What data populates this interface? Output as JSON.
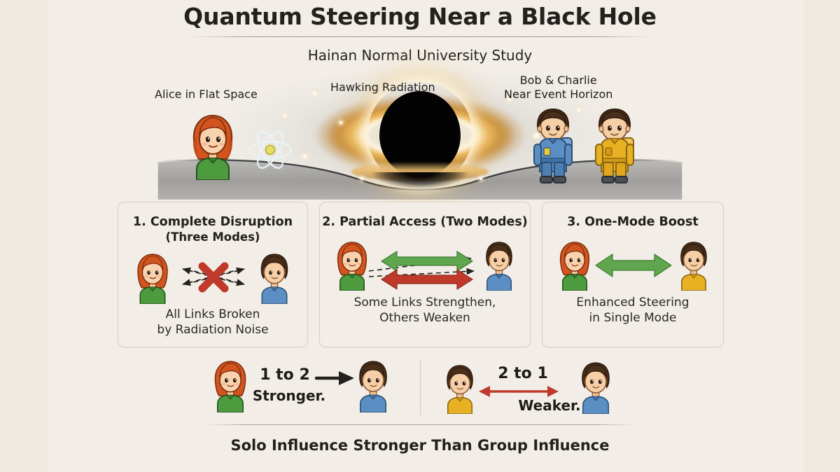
{
  "header": {
    "title": "Quantum Steering Near a Black Hole",
    "subtitle": "Hainan Normal University Study"
  },
  "hero": {
    "alice_label_line1": "Alice in Flat Space",
    "hawking_label": "Hawking Radiation",
    "bob_charlie_line1": "Bob & Charlie",
    "bob_charlie_line2": "Near Event Horizon",
    "alice_icon": "atom-icon",
    "blackhole_icon": "black-hole-icon",
    "colors": {
      "accretion_disk": "#e5b75c",
      "event_horizon": "#030303",
      "nebula_glow": "#fff4e1"
    }
  },
  "panels": [
    {
      "title": "1. Complete Disruption",
      "subtitle": "(Three Modes)",
      "caption_line1": "All Links Broken",
      "caption_line2": "by Radiation Noise",
      "marker": "red-x-icon",
      "left_figure": "alice-figure",
      "right_figure": "bob-figure",
      "arrow_style": "dashed-crossed",
      "arrow_color": "#2a2724"
    },
    {
      "title": "2. Partial Access (Two Modes)",
      "subtitle": "",
      "caption_line1": "Some Links Strengthen,",
      "caption_line2": "Others Weaken",
      "marker": "green-red-double-arrows",
      "left_figure": "alice-figure",
      "right_figure": "bob-figure",
      "arrow_color_top": "#5fa64e",
      "arrow_color_bottom": "#c0392b"
    },
    {
      "title": "3. One-Mode Boost",
      "subtitle": "",
      "caption_line1": "Enhanced Steering",
      "caption_line2": "in Single Mode",
      "marker": "green-double-arrow",
      "left_figure": "alice-figure",
      "right_figure": "charlie-figure",
      "arrow_color": "#5fa64e"
    }
  ],
  "comparison": {
    "left": {
      "ratio": "1 to 2",
      "word": "Stronger.",
      "arrow": "right-arrow-icon",
      "arrow_color": "#23201d",
      "from_figure": "alice-figure",
      "to_figure": "bob-figure"
    },
    "right": {
      "ratio": "2 to 1",
      "word": "Weaker.",
      "arrow": "double-arrow-icon",
      "arrow_color": "#c0392b",
      "from_figure": "charlie-figure",
      "to_figure": "bob-figure"
    },
    "caption": "Solo Influence Stronger Than Group Influence"
  },
  "palette": {
    "background": "#f2eee7",
    "text": "#23201d",
    "panel_border": "#d6d0c5",
    "green": "#5fa64e",
    "red": "#c0392b",
    "alice_shirt": "#4e9a3e",
    "alice_hair": "#d2541f",
    "bob_suit": "#5b8fc4",
    "charlie_suit": "#e8b023"
  }
}
